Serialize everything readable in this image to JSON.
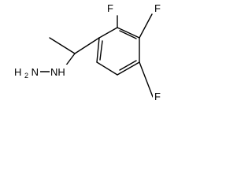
{
  "structure": {
    "labels": {
      "f_top_left": "F",
      "f_top_right": "F",
      "f_bottom_right": "F",
      "hydrazine_nh": "NH",
      "hydrazine_h2n": "H",
      "hydrazine_h2n_sub": "2",
      "hydrazine_h2n_n": "N"
    }
  },
  "colors": {
    "bond": "#000000",
    "text": "#000000",
    "background": "#ffffff"
  }
}
